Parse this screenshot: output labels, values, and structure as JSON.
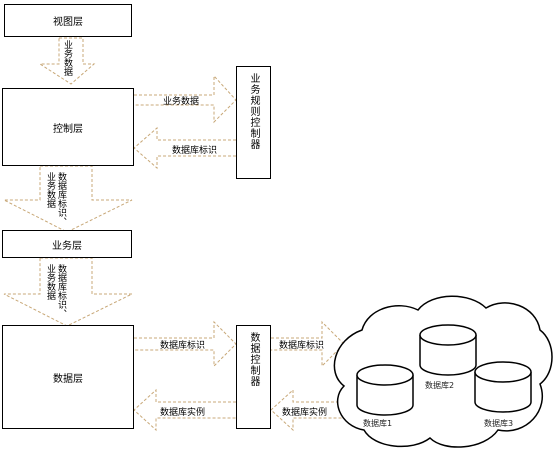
{
  "layers": {
    "view": "视图层",
    "control": "控制层",
    "business": "业务层",
    "data": "数据层"
  },
  "controllers": {
    "rules": "业务规则控制器",
    "data": "数据控制器"
  },
  "flows": {
    "view_to_control": "业务数据",
    "control_to_rules": "业务数据",
    "rules_to_control": "数据库标识",
    "control_to_business": "数据库标识、业务数据",
    "business_to_data": "数据库标识、业务数据",
    "data_to_datactl": "数据库标识",
    "datactl_to_cloud": "数据库标识",
    "datactl_to_data": "数据库实例",
    "cloud_to_datactl": "数据库实例"
  },
  "databases": [
    "数据库1",
    "数据库2",
    "数据库3"
  ],
  "colors": {
    "arrow": "#c8a878",
    "line": "#000000"
  }
}
